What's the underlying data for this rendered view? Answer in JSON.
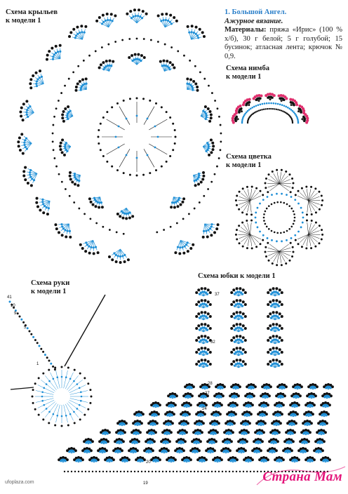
{
  "labels": {
    "wings": [
      "Схема крыльев",
      "к модели 1"
    ],
    "nimb": [
      "Схема нимба",
      "к модели 1"
    ],
    "flower": [
      "Схема цветка",
      "к модели 1"
    ],
    "hand": [
      "Схема руки",
      "к модели 1"
    ],
    "skirt": "Схема юбки к модели 1"
  },
  "text": {
    "title": "1. Большой Ангел.",
    "subtitle": "Ажурное вязание.",
    "materials_label": "Материалы:",
    "materials_text": "пряжа «Ирис» (100 % х/б), 30 г белой; 5 г голубой; 15 бусинок; атласная лента; крючок № 0,9."
  },
  "row_numbers": {
    "hand": [
      "41",
      "10",
      "9",
      "5",
      "1"
    ],
    "skirt": [
      "37",
      "32",
      "28",
      "27",
      "24",
      "20",
      "19"
    ]
  },
  "watermark": "ufoplaza.com",
  "logo": "Страна Мам",
  "colors": {
    "black": "#111111",
    "blue": "#1f8fd6",
    "pink": "#e0306e",
    "logo": "#e4147a"
  }
}
